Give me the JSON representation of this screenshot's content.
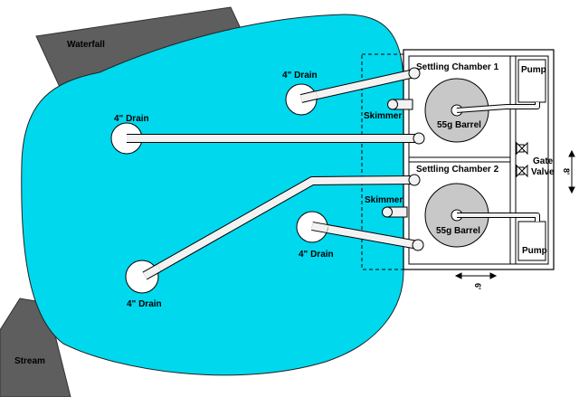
{
  "labels": {
    "waterfall": "Waterfall",
    "stream": "Stream",
    "drain_top": "4\" Drain",
    "drain_left": "4\" Drain",
    "drain_bottom_left": "4\" Drain",
    "drain_bottom_right": "4\" Drain",
    "skimmer_top": "Skimmer",
    "skimmer_bottom": "Skimmer",
    "settling_chamber_1": "Settling Chamber 1",
    "settling_chamber_2": "Settling Chamber 2",
    "barrel_top": "55g Barrel",
    "barrel_bottom": "55g Barrel",
    "pump_top": "Pump",
    "pump_bottom": "Pump",
    "gate": "Gate",
    "valve": "Valve",
    "dim_width": "6'",
    "dim_height": "8'"
  },
  "colors": {
    "pond": "#00d8ee",
    "rock": "#5e5e5e",
    "pipe": "#f2f2f2",
    "barrel": "#c8c8c8",
    "outline": "#000000"
  }
}
